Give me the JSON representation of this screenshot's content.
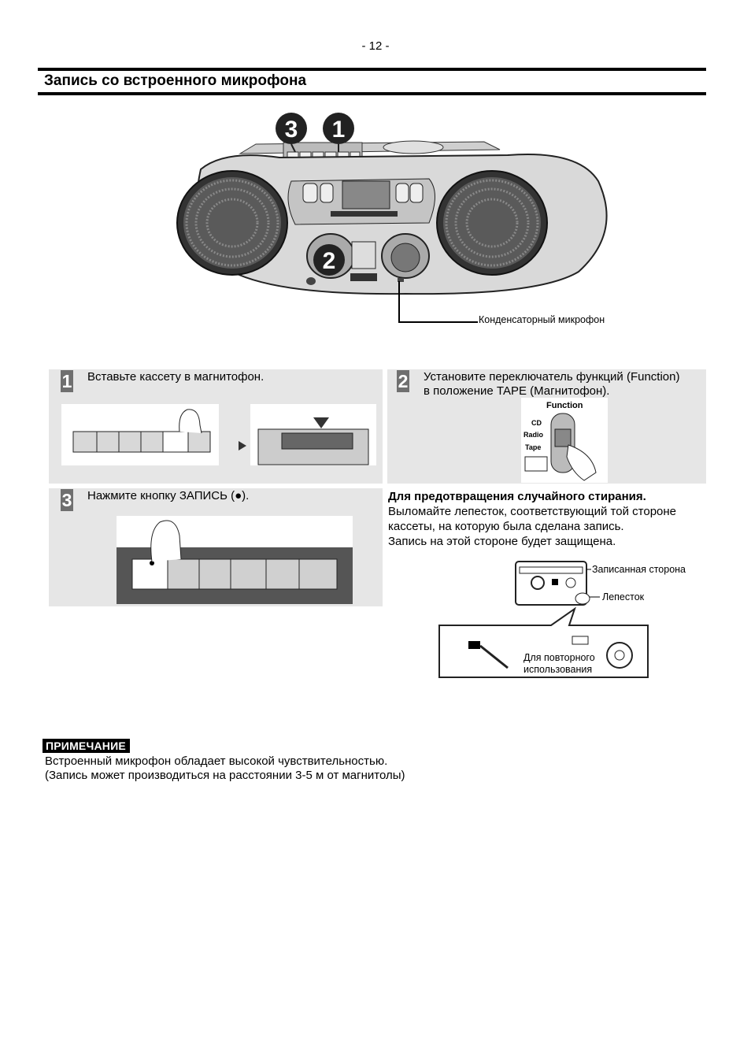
{
  "page": {
    "number": "- 12 -",
    "title": "Запись со встроенного микрофона"
  },
  "figure": {
    "callouts": [
      "3",
      "1",
      "2"
    ],
    "mic_label": "Конденсаторный микрофон",
    "function_labels": [
      "Function",
      "CD",
      "Radio",
      "Tape"
    ]
  },
  "steps": [
    {
      "num": "1",
      "text": "Вставьте кассету в магнитофон."
    },
    {
      "num": "2",
      "text_line1": "Установите переключатель функций (Function)",
      "text_line2": "в положение TAPE (Магнитофон)."
    },
    {
      "num": "3",
      "text": "Нажмите кнопку ЗАПИСЬ (●)."
    }
  ],
  "warning": {
    "heading": "Для предотвращения случайного стирания.",
    "line1": "Выломайте лепесток, соответствующий той стороне",
    "line2": "кассеты, на которую была сделана запись.",
    "line3": "Запись на этой стороне будет защищена."
  },
  "cassette": {
    "recorded_side": "Записанная сторона",
    "tab": "Лепесток",
    "reuse_line1": "Для повторного",
    "reuse_line2": "использования"
  },
  "note": {
    "badge": "ПРИМЕЧАНИЕ",
    "line1": "Встроенный микрофон обладает высокой чувствительностью.",
    "line2": "(Запись может производиться на расстоянии 3-5 м от магнитолы)"
  }
}
